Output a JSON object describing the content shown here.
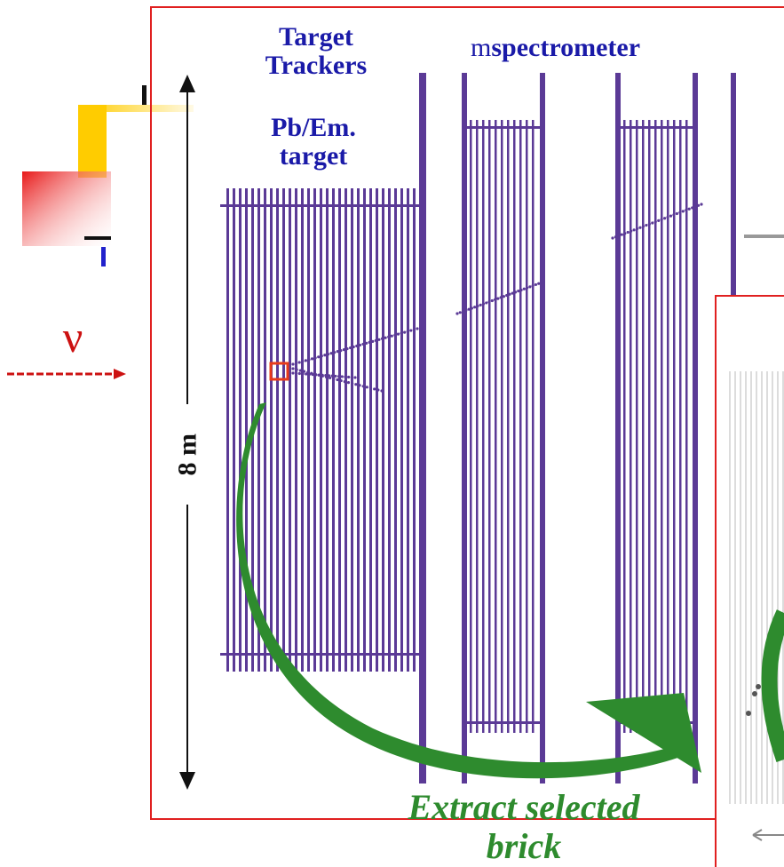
{
  "diagram": {
    "labels": {
      "target_trackers": "Target\nTrackers",
      "mu_symbol": "m",
      "spectrometer": "spectrometer",
      "pb_em_target": "Pb/Em.\ntarget",
      "neutrino": "ν",
      "dimension": "8 m",
      "extract_line1": "Extract selected",
      "extract_line2": "brick"
    },
    "colors": {
      "detector": "#5b3a96",
      "frame": "#e02020",
      "text": "#1a1aa8",
      "arrow": "#2e8b2e",
      "neutrino": "#cc1111",
      "logo_yellow": "#ffcc00",
      "logo_red": "#e81818",
      "dimension_line": "#111111"
    }
  }
}
